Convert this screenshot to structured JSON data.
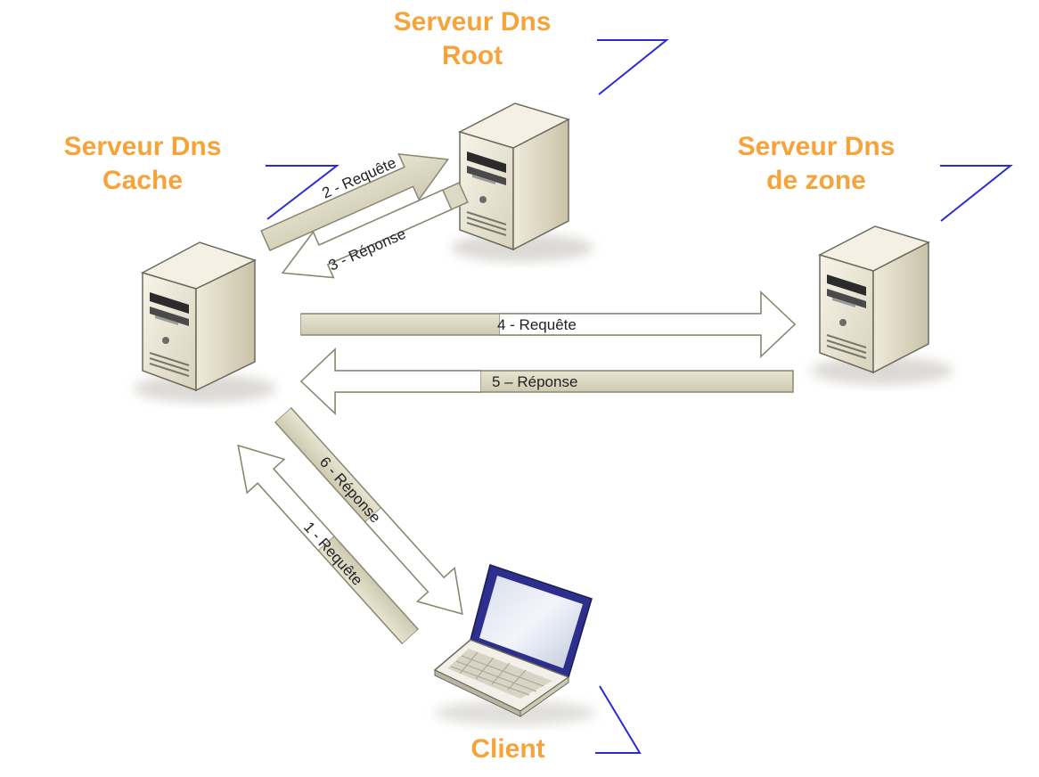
{
  "nodes": {
    "root": {
      "title_line1": "Serveur Dns",
      "title_line2": "Root"
    },
    "cache": {
      "title_line1": "Serveur Dns",
      "title_line2": "Cache"
    },
    "zone": {
      "title_line1": "Serveur Dns",
      "title_line2": "de zone"
    },
    "client": {
      "title": "Client"
    }
  },
  "arrows": {
    "step1": "1 - Requête",
    "step2": "2 - Requête",
    "step3": "3 - Réponse",
    "step4": "4 - Requête",
    "step5": "5 – Réponse",
    "step6": "6 - Réponse"
  },
  "colors": {
    "title": "#f5a33a",
    "connector": "#2a2ad8",
    "arrow_filled": "#dcd9c4",
    "arrow_outline": "#ffffff"
  }
}
